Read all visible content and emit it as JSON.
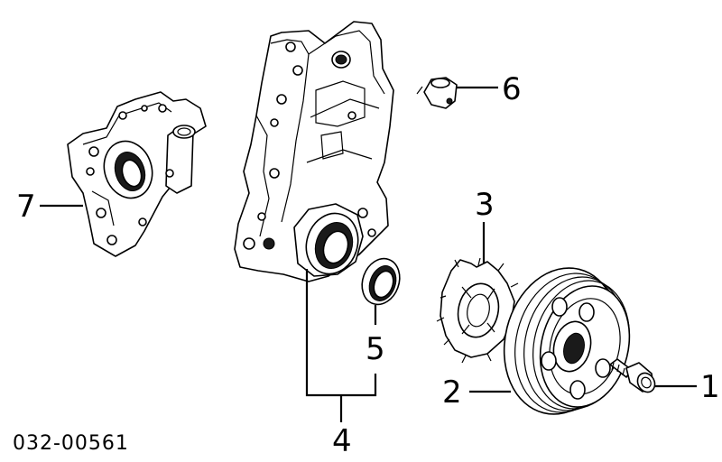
{
  "diagram": {
    "code": "032-00561",
    "callouts": [
      {
        "id": "1",
        "text": "1"
      },
      {
        "id": "2",
        "text": "2"
      },
      {
        "id": "3",
        "text": "3"
      },
      {
        "id": "4",
        "text": "4"
      },
      {
        "id": "5",
        "text": "5"
      },
      {
        "id": "6",
        "text": "6"
      },
      {
        "id": "7",
        "text": "7"
      }
    ],
    "colors": {
      "line": "#000000",
      "background": "#ffffff"
    }
  }
}
